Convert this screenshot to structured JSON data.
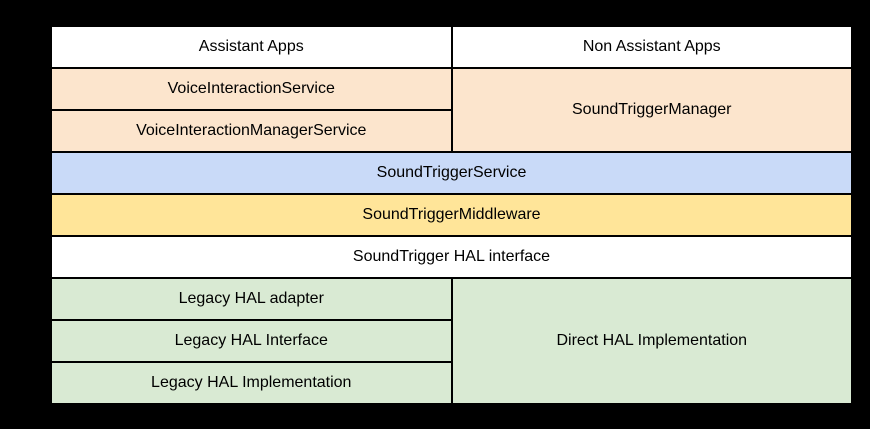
{
  "diagram": {
    "description": "SoundTrigger architecture layer stack",
    "background_color": "#000000",
    "border_color": "#000000",
    "text_color": "#000000",
    "palette": {
      "apps_layer": "#ffffff",
      "framework_layer": "#fce5cd",
      "service_layer": "#c9daf8",
      "middleware_layer": "#ffe599",
      "hal_interface_layer": "#ffffff",
      "hal_layer": "#d9ead3"
    },
    "cells": {
      "assistant_apps": "Assistant Apps",
      "non_assistant_apps": "Non Assistant Apps",
      "voice_interaction_service": "VoiceInteractionService",
      "sound_trigger_manager": "SoundTriggerManager",
      "voice_interaction_manager_service": "VoiceInteractionManagerService",
      "sound_trigger_service": "SoundTriggerService",
      "sound_trigger_middleware": "SoundTriggerMiddleware",
      "sound_trigger_hal_interface": "SoundTrigger HAL interface",
      "legacy_hal_adapter": "Legacy HAL adapter",
      "direct_hal_implementation": "Direct HAL Implementation",
      "legacy_hal_interface": "Legacy HAL Interface",
      "legacy_hal_implementation": "Legacy HAL Implementation"
    }
  }
}
